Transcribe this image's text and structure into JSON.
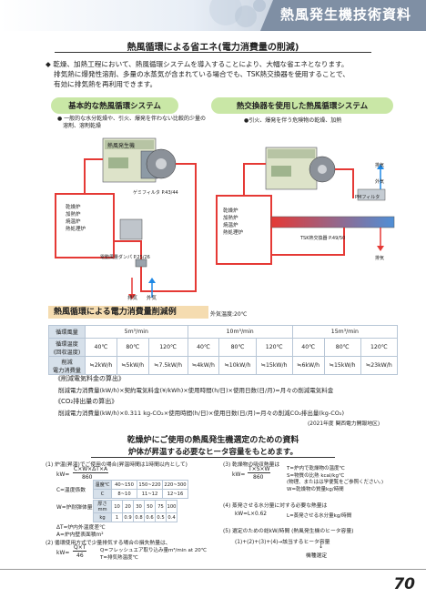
{
  "header": {
    "title": "熱風発生機技術資料"
  },
  "section1": {
    "title": "熱風循環による省エネ(電力消費量の削減)"
  },
  "bullet": {
    "lines": [
      "◆ 乾燥、加熱工程において、熱風循環システムを導入することにより、大幅な省エネとなります。",
      "排気熱に爆発性溶剤、多量の水蒸気が含まれている場合でも、TSK熱交換器を使用することで、",
      "有効に排気熱を再利用できます。"
    ]
  },
  "diagram_left": {
    "title": "基本的な熱風循環システム",
    "note1": "● 一般的な水分乾燥や、引火、爆発を伴わない比較的少量の",
    "note2": "　溶剤、溶剤乾燥",
    "box_label": "熱風発生機",
    "filter_label": "ゲミフィルタ P.43/44",
    "dryer_label": [
      "乾燥炉",
      "加熱炉",
      "焼温炉",
      "熱処理炉"
    ],
    "damper_label": "電動風量ダンパ P.25/26",
    "exhaust": "排気",
    "intake": "外気"
  },
  "diagram_right": {
    "title": "熱交換器を使用した熱風循環システム",
    "note": "●引火、爆発を伴う危険物の乾燥、加熱",
    "dryer_label": [
      "乾燥炉",
      "加熱炉",
      "焼温炉",
      "熱処理炉"
    ],
    "filter_label": "PMフィルタ",
    "hx_label": "TSK熱交換器 P.49/50",
    "exhaust_top": "排気",
    "exhaust_bottom": "排気",
    "intake": "外気"
  },
  "example": {
    "title": "熱風循環による電力消費量削減例",
    "ambient": "外気温度:20℃",
    "table": {
      "row_label_air": "循環風量",
      "row_label_temp": "循環温度\n(回収温度)",
      "row_label_power": "削減\n電力消費量",
      "flows": [
        "5m³/min",
        "10m³/min",
        "15m³/min"
      ],
      "temps": [
        "40℃",
        "80℃",
        "120℃",
        "40℃",
        "80℃",
        "120℃",
        "40℃",
        "80℃",
        "120℃"
      ],
      "powers": [
        "≒2kW/h",
        "≒5kW/h",
        "≒7.5kW/h",
        "≒4kW/h",
        "≒10kW/h",
        "≒15kW/h",
        "≒6kW/h",
        "≒15kW/h",
        "≒23kW/h"
      ]
    },
    "calc1_title": "《削減電気料金の算出》",
    "calc1_formula": "削減電力消費量(kW/h)×契約電気料金(¥/kWh)×使用時間(h/日)×使用日数(日/月)=月々の削減電気料金",
    "calc2_title": "《CO₂排出量の算出》",
    "calc2_formula": "削減電力消費量(kW/h)×0.311 kg-CO₂×使用時間(h/日)×使用日数(日/月)=月々の削減CO₂排出量(kg-CO₂)",
    "calc2_note": "(2021年度 関西電力開報地区)"
  },
  "selection": {
    "title": "乾燥炉にご使用の熱風発生機選定のための資料",
    "subtitle": "炉体が昇温する必要なヒータ容量をもとめます。",
    "s1": {
      "title": "(1) 炉温(昇温)でご使用の場合(昇温時間は1時間以内として)",
      "formula_lhs": "kW=",
      "formula_num": "C×W×ΔT×A",
      "formula_den": "860",
      "c_label": "C=温度係数",
      "w_label": "W=炉耐弾体量",
      "dt_label": "ΔT=炉内外温度差℃",
      "a_label": "A=炉内壁表面積m²"
    },
    "coef_table": {
      "head1": "温度℃",
      "temps": [
        "40~150",
        "150~220",
        "220~300"
      ],
      "head2": "C",
      "vals": [
        "8~10",
        "11~12",
        "12~16"
      ]
    },
    "thick_table": {
      "head1": "厚さmm",
      "thick": [
        "10",
        "20",
        "30",
        "50",
        "75",
        "100"
      ],
      "head2": "kg",
      "vals": [
        "1",
        "0.9",
        "0.8",
        "0.6",
        "0.5",
        "0.4"
      ]
    },
    "s2": {
      "title": "(2) 循環使用方式で少量排気する場合の損失熱量は、",
      "formula_lhs": "kW=",
      "formula_num": "Q×T",
      "formula_den": "46",
      "q_label": "Q=フレッシュエア取り込み量m³/min at 20℃",
      "t_label": "T=排気熱温度℃"
    },
    "s3": {
      "title": "(3) 乾燥物の吸収熱量は",
      "formula_lhs": "kW=",
      "formula_num": "T×S×W",
      "formula_den": "860",
      "lines": [
        "T=炉内で乾燥物の温度℃",
        "S=物質の比熱 kcal/kg℃",
        "(物理、またはは学便覧をご参照ください。)",
        "W=乾燥物の質量kg/時間"
      ]
    },
    "s4": {
      "title": "(4) 蒸発させる水分量に対する必要な熱量は",
      "formula": "kW=L×0.62",
      "note": "L=蒸発させる水分量kg/時間"
    },
    "s5": {
      "title": "(5) 選定のための総kW/時間 (熱風発生機のヒータ容量)",
      "formula": "(1)+(2)+(3)+(4)→該当するヒータ容量",
      "arrow": "↓",
      "result": "機種選定"
    }
  },
  "page_number": "70"
}
